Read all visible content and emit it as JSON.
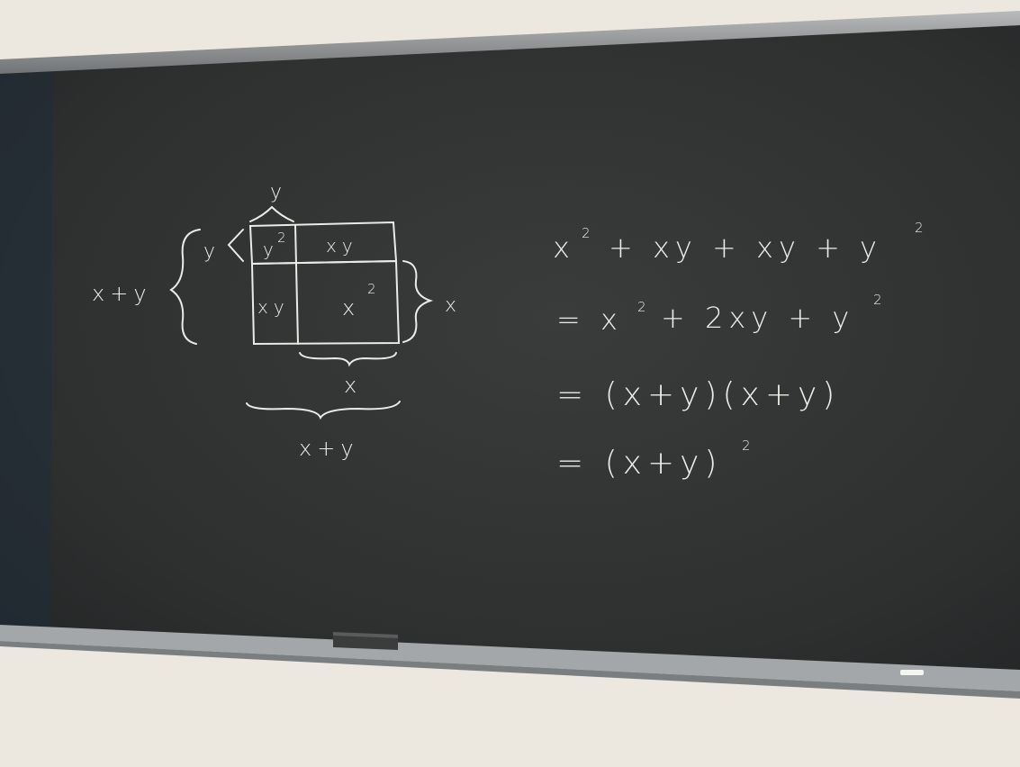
{
  "diagram": {
    "top_y": "y",
    "left_y": "y",
    "left_expr": "x+y",
    "cell_top_left": "y",
    "cell_top_left_exp": "2",
    "cell_top_right": "xy",
    "cell_bottom_left": "xy",
    "cell_bottom_right": "x",
    "cell_bottom_right_exp": "2",
    "right_x": "x",
    "bottom_x": "x",
    "bottom_expr": "x+y"
  },
  "equations": {
    "line1_a": "x",
    "line1_a_exp": "2",
    "line1_b": "+ xy + xy + y",
    "line1_b_exp": "2",
    "line2_a": "= x",
    "line2_a_exp": "2",
    "line2_b": "+ 2xy + y",
    "line2_b_exp": "2",
    "line3": "= (x+y)(x+y)",
    "line4_a": "= (x+y)",
    "line4_a_exp": "2"
  },
  "colors": {
    "wall": "#ece8df",
    "board": "#2f3131",
    "chalk": "#e9ebe6",
    "frame": "#8e9092",
    "eraser": "#3b3c3c"
  },
  "icons": {
    "eraser": "chalkboard-eraser-icon",
    "chalk": "chalk-piece-icon"
  }
}
